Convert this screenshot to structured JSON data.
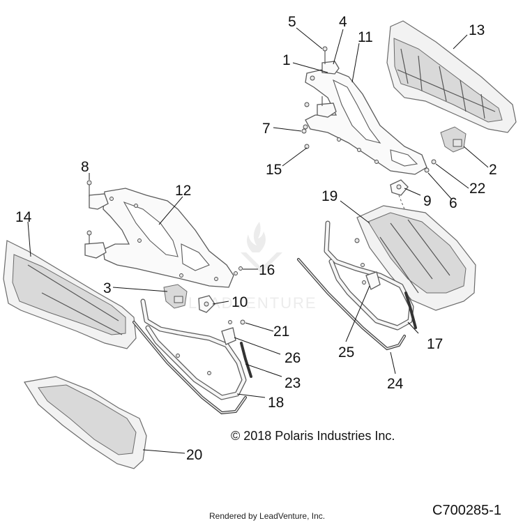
{
  "diagram": {
    "callouts": [
      {
        "id": "c5",
        "label": "5"
      },
      {
        "id": "c4",
        "label": "4"
      },
      {
        "id": "c11",
        "label": "11"
      },
      {
        "id": "c13",
        "label": "13"
      },
      {
        "id": "c1",
        "label": "1"
      },
      {
        "id": "c7",
        "label": "7"
      },
      {
        "id": "c15",
        "label": "15"
      },
      {
        "id": "c2",
        "label": "2"
      },
      {
        "id": "c22",
        "label": "22"
      },
      {
        "id": "c9",
        "label": "9"
      },
      {
        "id": "c6",
        "label": "6"
      },
      {
        "id": "c8",
        "label": "8"
      },
      {
        "id": "c12",
        "label": "12"
      },
      {
        "id": "c14",
        "label": "14"
      },
      {
        "id": "c19",
        "label": "19"
      },
      {
        "id": "c16",
        "label": "16"
      },
      {
        "id": "c3",
        "label": "3"
      },
      {
        "id": "c10",
        "label": "10"
      },
      {
        "id": "c21",
        "label": "21"
      },
      {
        "id": "c26",
        "label": "26"
      },
      {
        "id": "c25",
        "label": "25"
      },
      {
        "id": "c17",
        "label": "17"
      },
      {
        "id": "c23",
        "label": "23"
      },
      {
        "id": "c24",
        "label": "24"
      },
      {
        "id": "c18",
        "label": "18"
      },
      {
        "id": "c20",
        "label": "20"
      }
    ],
    "copyright": "© 2018 Polaris Industries Inc.",
    "rendered_by": "Rendered by LeadVenture, Inc.",
    "diagram_code": "C700285-1",
    "watermark_text": "LEADVENTURE"
  },
  "colors": {
    "background": "#ffffff",
    "line": "#555555",
    "panel_fill": "#f2f2f2",
    "watermark": "#ececec"
  }
}
